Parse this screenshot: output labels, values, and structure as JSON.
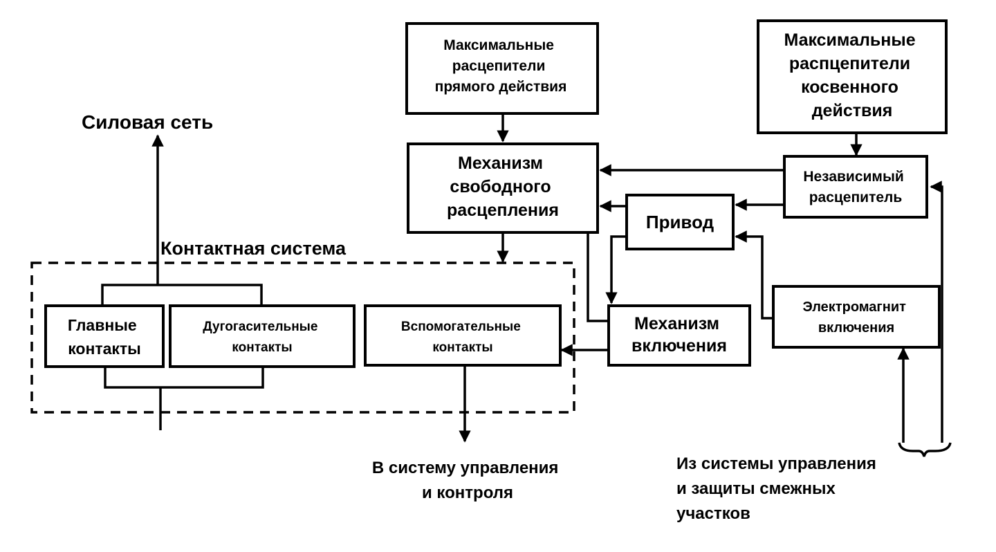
{
  "labels": {
    "power_net": "Силовая сеть",
    "contact_system": "Контактная система",
    "to_control": [
      "В систему управления",
      "и контроля"
    ],
    "from_control": [
      "Из системы управления",
      "и защиты смежных",
      "участков"
    ]
  },
  "blocks": {
    "max_direct": [
      "Максимальные",
      "расцепители",
      "прямого действия"
    ],
    "max_indirect": [
      "Максимальные",
      "распцепители",
      "косвенного",
      "действия"
    ],
    "free_release": [
      "Механизм",
      "свободного",
      "расцепления"
    ],
    "independent_release": [
      "Независимый",
      "расцепитель"
    ],
    "drive": [
      "Привод"
    ],
    "closing_mechanism": [
      "Механизм",
      "включения"
    ],
    "electromagnet": [
      "Электромагнит",
      "включения"
    ],
    "main_contacts": [
      "Главные",
      "контакты"
    ],
    "arc_contacts": [
      "Дугогасительные",
      "контакты"
    ],
    "aux_contacts": [
      "Вспомогательные",
      "контакты"
    ]
  }
}
